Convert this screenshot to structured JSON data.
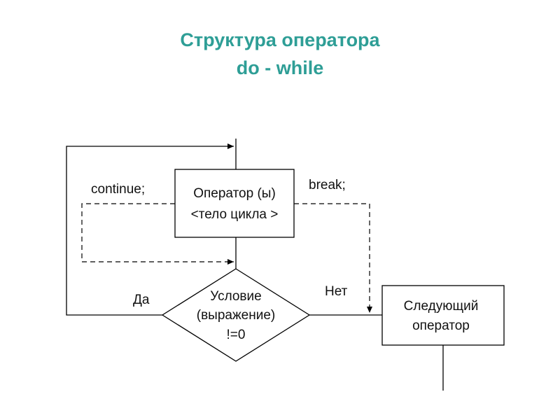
{
  "title": {
    "line1": "Структура оператора",
    "line2": "do - while"
  },
  "diagram": {
    "body_block": {
      "line1": "Оператор (ы)",
      "line2": "<тело цикла >"
    },
    "condition": {
      "line1": "Условие",
      "line2": "(выражение)",
      "line3": "!=0"
    },
    "next_block": {
      "line1": "Следующий",
      "line2": "оператор"
    },
    "labels": {
      "continue": "continue;",
      "break": "break;",
      "yes": "Да",
      "no": "Нет"
    }
  },
  "colors": {
    "title": "#2e9e96",
    "lines": "#000000"
  }
}
